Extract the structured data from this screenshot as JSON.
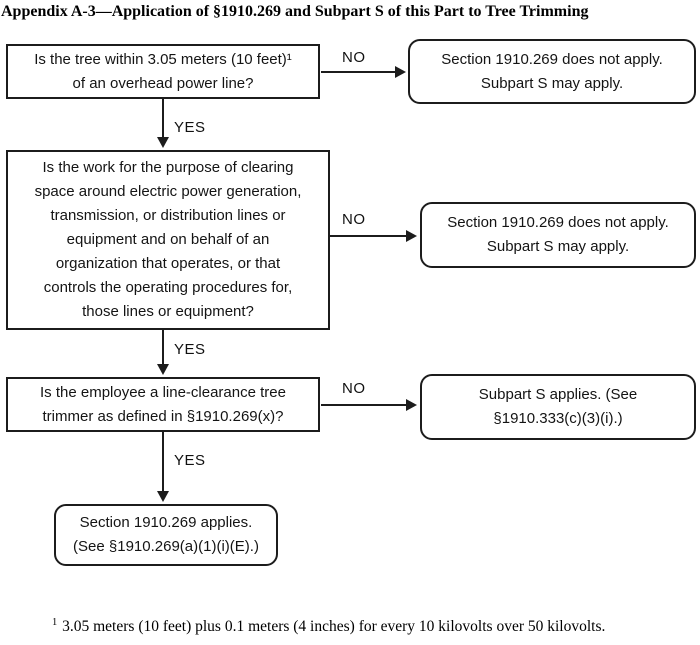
{
  "title": "Appendix A-3—Application of §1910.269 and Subpart S of this Part to Tree Trimming",
  "labels": {
    "yes": "YES",
    "no": "NO"
  },
  "boxes": {
    "q1": {
      "lines": [
        "Is the tree within 3.05 meters (10 feet)¹",
        "of an overhead power line?"
      ]
    },
    "a1": {
      "lines": [
        "Section 1910.269 does not apply.",
        "Subpart S may apply."
      ]
    },
    "q2": {
      "lines": [
        "Is the work for the purpose of clearing",
        "space around electric power generation,",
        "transmission, or distribution lines or",
        "equipment and on behalf of an",
        "organization that operates, or that",
        "controls the operating procedures for,",
        "those lines or equipment?"
      ]
    },
    "a2": {
      "lines": [
        "Section 1910.269 does not apply.",
        "Subpart S may apply."
      ]
    },
    "q3": {
      "lines": [
        "Is the employee a line-clearance tree",
        "trimmer as defined in §1910.269(x)?"
      ]
    },
    "a3": {
      "lines": [
        "Subpart S applies. (See",
        "§1910.333(c)(3)(i).)"
      ]
    },
    "final": {
      "lines": [
        "Section 1910.269 applies.",
        "(See §1910.269(a)(1)(i)(E).)"
      ]
    }
  },
  "footnote": {
    "marker": "1",
    "text": " 3.05 meters (10 feet) plus 0.1 meters (4 inches) for every 10 kilovolts over 50 kilovolts."
  }
}
